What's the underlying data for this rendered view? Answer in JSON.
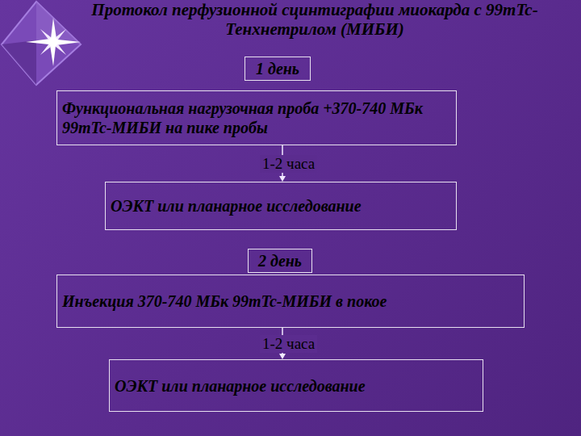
{
  "diagram": {
    "title": "Протокол перфузионной сцинтиграфии миокарда с 99mTc-Тенхнетрилом (МИБИ)",
    "nodes": [
      {
        "text": [
          "1 день"
        ]
      },
      {
        "text": [
          "Функциональная нагрузочная проба +370-740 МБк 99mTc-МИБИ на пике пробы"
        ]
      },
      {
        "text": [
          "ОЭКТ или планарное исследование"
        ]
      },
      {
        "text": [
          "2 день"
        ]
      },
      {
        "text": [
          "Инъекция 370-740 МБк 99mTc-МИБИ в покое"
        ]
      },
      {
        "text": [
          "ОЭКТ или планарное исследование"
        ]
      }
    ],
    "edges": [
      {
        "from": 1,
        "to": 2,
        "arrow": "to",
        "label": "1-2 часа"
      },
      {
        "from": 4,
        "to": 5,
        "arrow": "to",
        "label": "1-2 часа"
      }
    ]
  }
}
